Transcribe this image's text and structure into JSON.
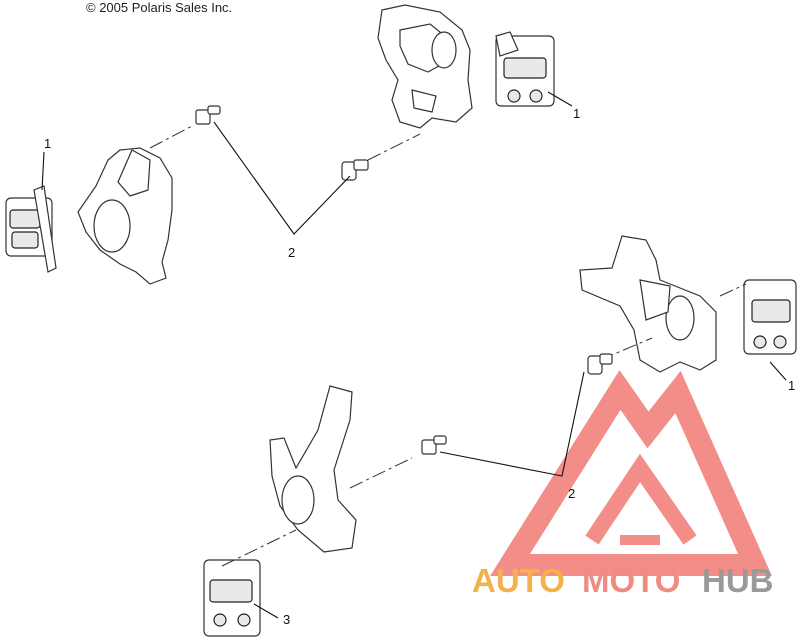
{
  "copyright": "© 2005 Polaris Sales Inc.",
  "callouts": {
    "caliper_top_right": "1",
    "caliper_left": "1",
    "caliper_mid_right": "1",
    "bolt_upper": "2",
    "bolt_lower": "2",
    "caliper_bottom": "3"
  },
  "watermark": {
    "part1": "AUTO",
    "part2": "MOTO",
    "part3": "HUB",
    "color_auto": "#f2b14a",
    "color_moto": "#f08b80",
    "color_hub": "#9a9a9a",
    "color_logo": "#f07a74"
  }
}
